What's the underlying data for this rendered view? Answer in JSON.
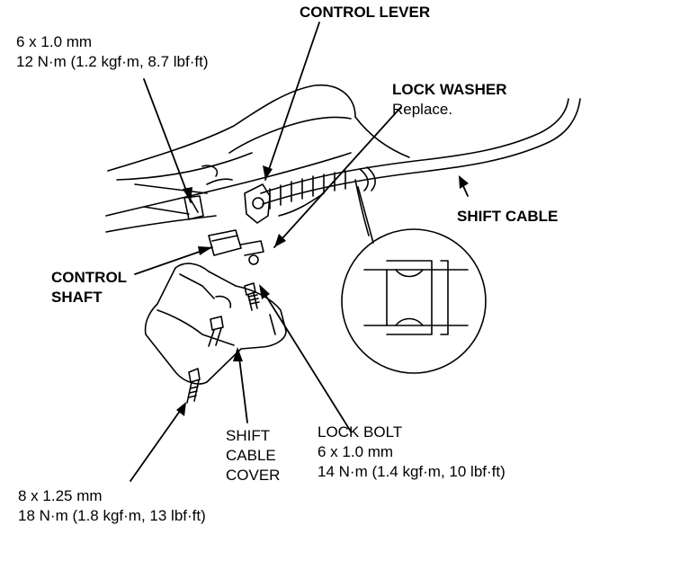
{
  "labels": {
    "control_lever": "CONTROL LEVER",
    "bolt_top_size": "6 x 1.0 mm",
    "bolt_top_torque": "12 N·m (1.2 kgf·m, 8.7 lbf·ft)",
    "lock_washer": "LOCK WASHER",
    "lock_washer_note": "Replace.",
    "shift_cable": "SHIFT CABLE",
    "control_shaft_1": "CONTROL",
    "control_shaft_2": "SHAFT",
    "shift_cable_cover_1": "SHIFT",
    "shift_cable_cover_2": "CABLE",
    "shift_cable_cover_3": "COVER",
    "lock_bolt": "LOCK BOLT",
    "lock_bolt_size": "6 x 1.0 mm",
    "lock_bolt_torque": "14 N·m (1.4 kgf·m, 10 lbf·ft)",
    "cover_bolt_size": "8 x 1.25 mm",
    "cover_bolt_torque": "18 N·m (1.8 kgf·m, 13 lbf·ft)"
  }
}
